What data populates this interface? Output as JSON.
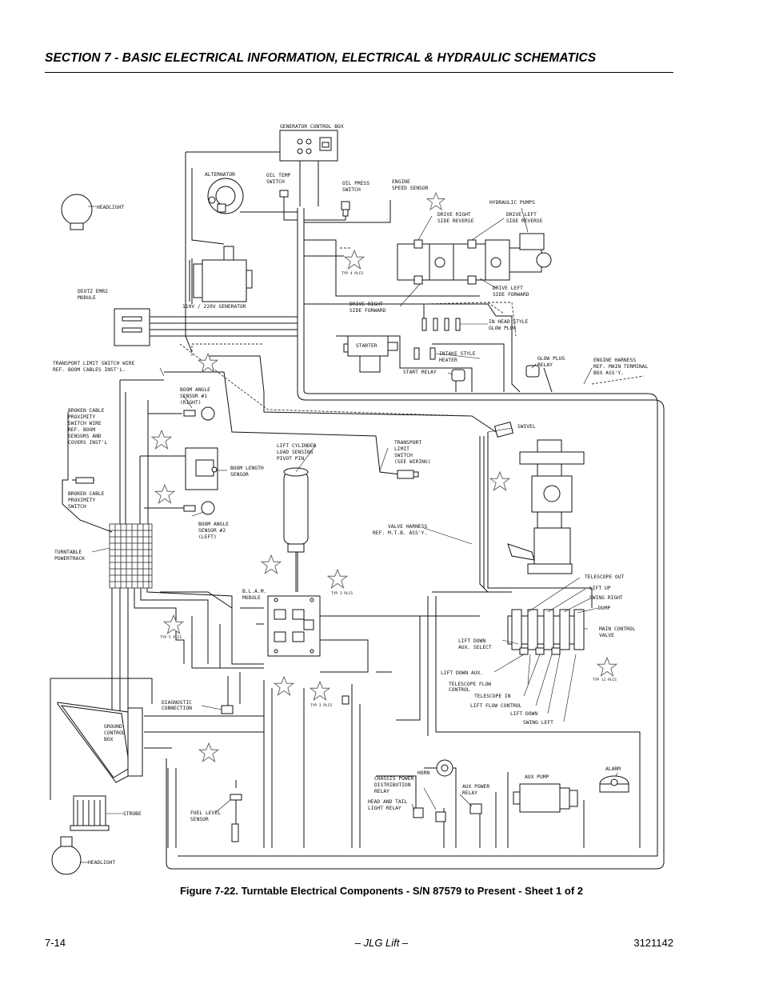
{
  "header": {
    "title": "SECTION 7 - BASIC ELECTRICAL INFORMATION, ELECTRICAL & HYDRAULIC SCHEMATICS"
  },
  "diagram": {
    "labels": {
      "generator_control_box": "GENERATOR CONTROL BOX",
      "alternator": "ALTERNATOR",
      "oil_temp_switch": [
        "OIL TEMP",
        "SWITCH"
      ],
      "oil_press_switch": [
        "OIL PRESS",
        "SWITCH"
      ],
      "engine_speed_sensor": [
        "ENGINE",
        "SPEED SENSOR"
      ],
      "headlight_top": "HEADLIGHT",
      "hydraulic_pumps": "HYDRAULIC PUMPS",
      "drive_right_side_reverse": [
        "DRIVE RIGHT",
        "SIDE REVERSE"
      ],
      "drive_left_side_reverse": [
        "DRIVE LEFT",
        "SIDE REVERSE"
      ],
      "typ_4_plcs": "TYP 4 PLCS",
      "drive_left_side_forward": [
        "DRIVE LEFT",
        "SIDE FORWARD"
      ],
      "drive_right_side_forward": [
        "DRIVE RIGHT",
        "SIDE FORWARD"
      ],
      "deutz_emr2_module": [
        "DEUTZ EMR2",
        "MODULE"
      ],
      "generator_110_220": "110V / 220V GENERATOR",
      "in_head_style_glow_plug": [
        "IN HEAD STYLE",
        "GLOW PLUG"
      ],
      "starter": "STARTER",
      "intake_style_heater": [
        "INTAKE STYLE",
        "HEATER"
      ],
      "start_relay": "START RELAY",
      "glow_plug_relay": [
        "GLOW PLUG",
        "RELAY"
      ],
      "engine_harness": [
        "ENGINE HARNESS",
        "REF. MAIN TERMINAL",
        "BOX ASS'Y."
      ],
      "transport_limit_switch_wire": [
        "TRANSPORT LIMIT SWITCH WIRE",
        "REF. BOOM CABLES INST'L."
      ],
      "boom_angle_sensor_1": [
        "BOOM ANGLE",
        "SENSOR #1",
        "(RIGHT)"
      ],
      "broken_cable_prox_wire": [
        "BROKEN CABLE",
        "PROXIMITY",
        "SWITCH WIRE",
        "REF. BOOM",
        "SENSORS AND",
        "COVERS INST'L"
      ],
      "swivel": "SWIVEL",
      "lift_cylinder_load_sensing": [
        "LIFT CYLINDER",
        "LOAD SENSING",
        "PIVOT PIN"
      ],
      "transport_limit_switch": [
        "TRANSPORT",
        "LIMIT",
        "SWITCH",
        "(SEE WIRING)"
      ],
      "boom_length_sensor": [
        "BOOM LENGTH",
        "SENSOR"
      ],
      "broken_cable_prox_switch": [
        "BROKEN CABLE",
        "PROXIMITY",
        "SWITCH"
      ],
      "boom_angle_sensor_2": [
        "BOOM ANGLE",
        "SENSOR #2",
        "(LEFT)"
      ],
      "valve_harness": [
        "VALVE HARNESS",
        "REF. M.T.B. ASS'Y."
      ],
      "turntable_powertrack": [
        "TURNTABLE",
        "POWERTRACK"
      ],
      "blam_module": [
        "B.L.A.M.",
        "MODULE"
      ],
      "typ_5_plcs": "TYP 5 PLCS",
      "typ_3_plcs_a": "TYP 3 PLCS",
      "typ_3_plcs_b": "TYP 3 PLCS",
      "typ_11_plcs": "TYP 11 PLCS",
      "telescope_out": "TELESCOPE OUT",
      "lift_up": "LIFT UP",
      "swing_right": "SWING RIGHT",
      "dump": "DUMP",
      "main_control_valve": [
        "MAIN CONTROL",
        "VALVE"
      ],
      "lift_down_aux_select": [
        "LIFT DOWN",
        "AUX. SELECT"
      ],
      "lift_down_aux": "LIFT DOWN AUX.",
      "telescope_flow_control": [
        "TELESCOPE FLOW",
        "CONTROL"
      ],
      "telescope_in": "TELESCOPE IN",
      "lift_flow_control": "LIFT FLOW CONTROL",
      "lift_down": "LIFT DOWN",
      "swing_left": "SWING LEFT",
      "diagnostic_connection": [
        "DIAGNOSTIC",
        "CONNECTION"
      ],
      "ground_control_box": [
        "GROUND",
        "CONTROL",
        "BOX"
      ],
      "horn": "HORN",
      "chassis_power_distribution_relay": [
        "CHASSIS POWER",
        "DISTRIBUTION",
        "RELAY"
      ],
      "aux_pump": "AUX PUMP",
      "alarm": "ALARM",
      "aux_power_relay": [
        "AUX POWER",
        "RELAY"
      ],
      "head_and_tail_light_relay": [
        "HEAD AND TAIL",
        "LIGHT RELAY"
      ],
      "strobe": "STROBE",
      "fuel_level_sensor": [
        "FUEL LEVEL",
        "SENSOR"
      ],
      "headlight_bottom": "HEADLIGHT"
    }
  },
  "caption": "Figure 7-22.  Turntable Electrical Components - S/N 87579 to Present - Sheet 1 of 2",
  "footer": {
    "page_number": "7-14",
    "center": "– JLG Lift –",
    "doc_number": "3121142"
  }
}
